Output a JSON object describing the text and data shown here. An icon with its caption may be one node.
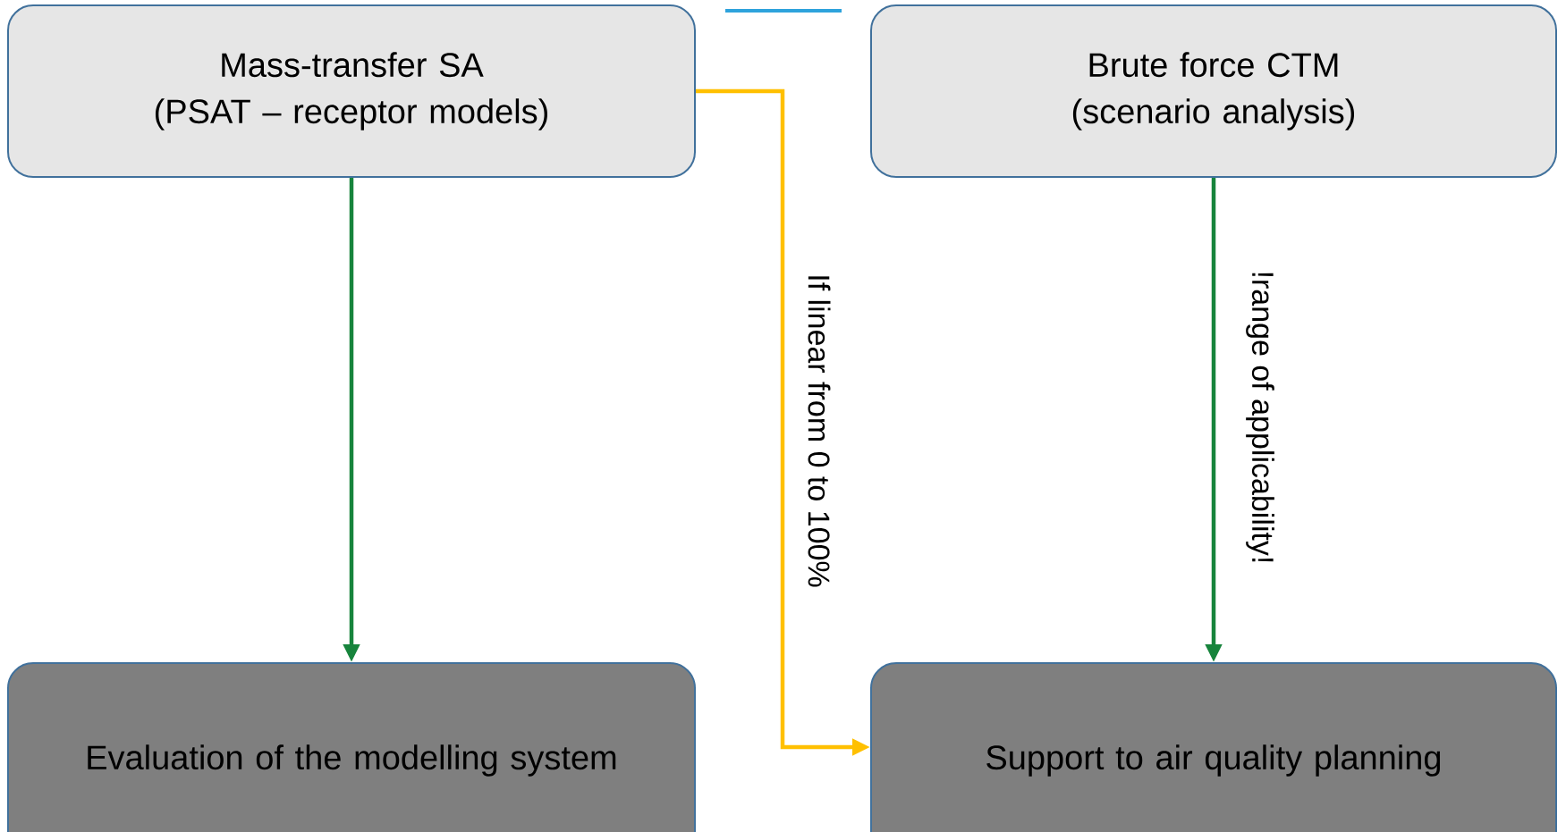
{
  "diagram": {
    "nodes": [
      {
        "text": [
          "Mass-transfer SA",
          "(PSAT – receptor models)"
        ]
      },
      {
        "text": [
          "Brute force CTM",
          "(scenario analysis)"
        ]
      },
      {
        "text": [
          "Evaluation of the modelling system"
        ]
      },
      {
        "text": [
          "Support to air quality planning"
        ]
      }
    ],
    "edges": [
      {
        "from": 0,
        "to": 2,
        "arrow": "to"
      },
      {
        "from": 1,
        "to": 3,
        "arrow": "to",
        "label": "!range of applicability!"
      },
      {
        "from": 0,
        "to": 3,
        "arrow": "to",
        "label": "If linear from 0 to 100%",
        "color": "#ffc000"
      }
    ]
  }
}
